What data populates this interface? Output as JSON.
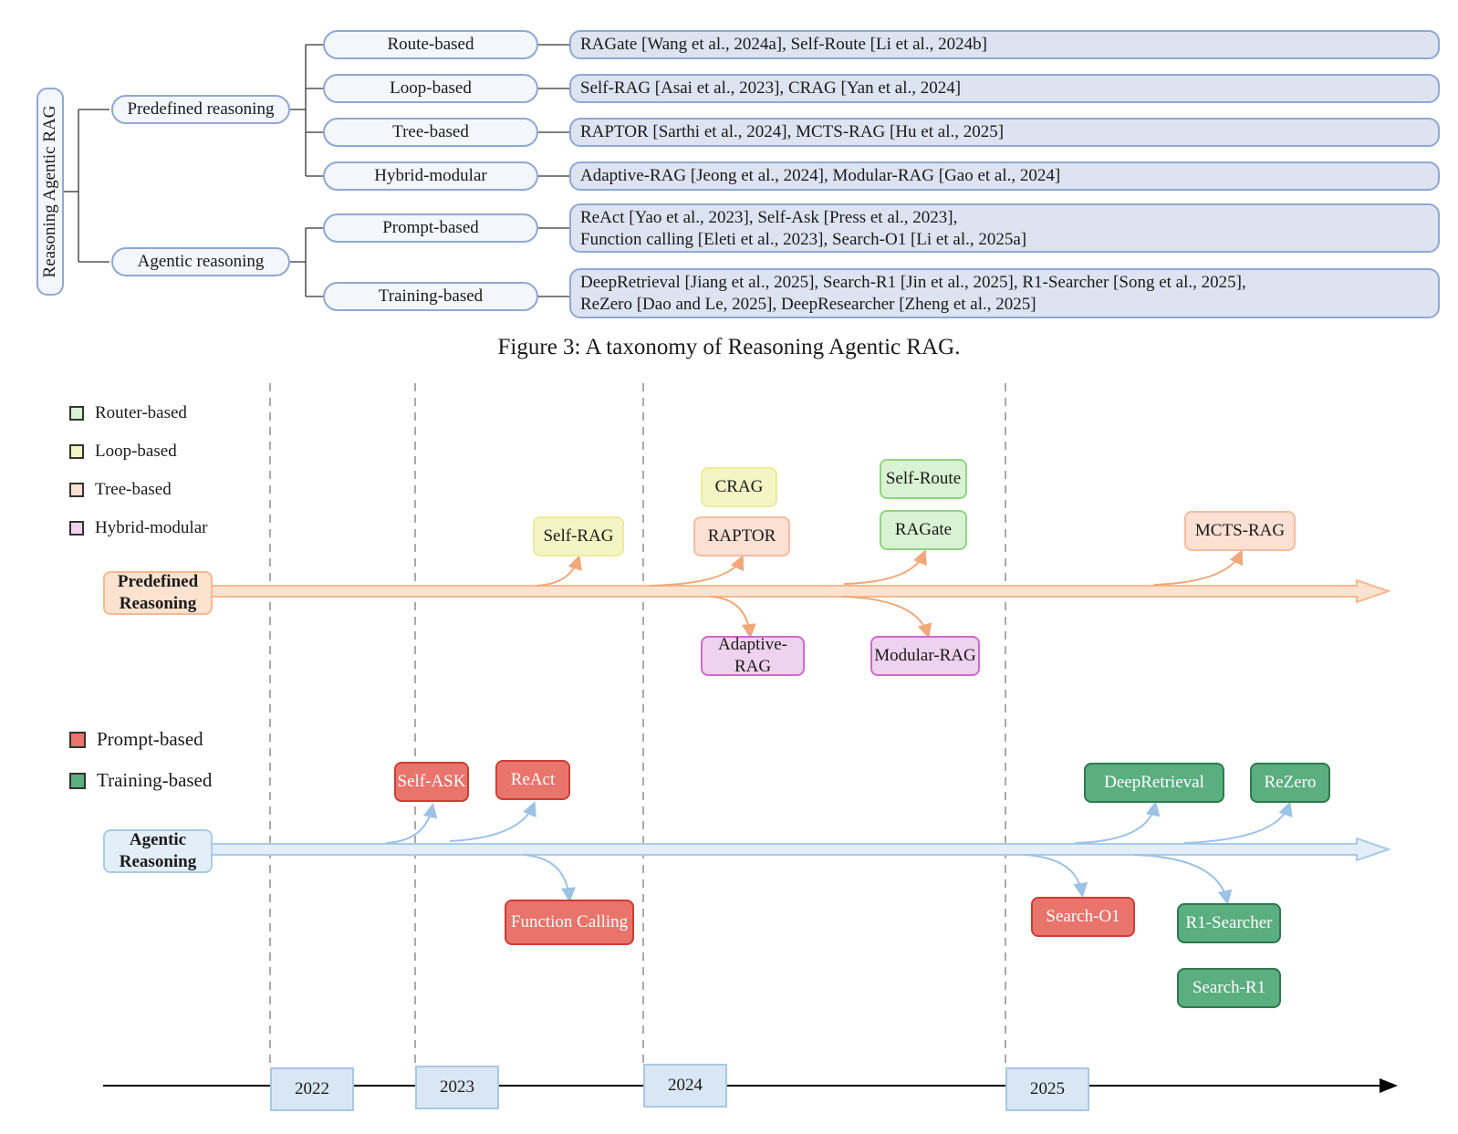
{
  "taxonomy": {
    "root": "Reasoning Agentic RAG",
    "branches": [
      {
        "label": "Predefined reasoning",
        "children": [
          {
            "label": "Route-based",
            "refs": [
              "RAGate [Wang et al., 2024a],  Self-Route [Li et al., 2024b]"
            ]
          },
          {
            "label": "Loop-based",
            "refs": [
              "Self-RAG [Asai et al., 2023], CRAG [Yan et al., 2024]"
            ]
          },
          {
            "label": "Tree-based",
            "refs": [
              "RAPTOR [Sarthi et al., 2024], MCTS-RAG [Hu et al., 2025]"
            ]
          },
          {
            "label": "Hybrid-modular",
            "refs": [
              "Adaptive-RAG [Jeong et al., 2024], Modular-RAG [Gao et al., 2024]"
            ]
          }
        ]
      },
      {
        "label": "Agentic reasoning",
        "children": [
          {
            "label": "Prompt-based",
            "refs": [
              "ReAct [Yao et al., 2023], Self-Ask [Press et al., 2023],",
              "Function calling [Eleti et al., 2023], Search-O1 [Li et al., 2025a]"
            ]
          },
          {
            "label": "Training-based",
            "refs": [
              "DeepRetrieval [Jiang et al., 2025], Search-R1 [Jin et al., 2025], R1-Searcher [Song et al., 2025],",
              "ReZero [Dao and Le, 2025], DeepResearcher [Zheng et al., 2025]"
            ]
          }
        ]
      }
    ]
  },
  "caption": "Figure 3: A taxonomy of Reasoning Agentic RAG.",
  "legend_predefined": [
    {
      "label": "Router-based",
      "color": "#d9f2d3"
    },
    {
      "label": "Loop-based",
      "color": "#f4f4c4"
    },
    {
      "label": "Tree-based",
      "color": "#fbe0d3"
    },
    {
      "label": "Hybrid-modular",
      "color": "#efd2ee"
    }
  ],
  "legend_agentic": [
    {
      "label": "Prompt-based",
      "color": "#e8746c"
    },
    {
      "label": "Training-based",
      "color": "#5aae7f"
    }
  ],
  "tracks": {
    "predefined": "Predefined Reasoning",
    "agentic": "Agentic Reasoning"
  },
  "nodes_predefined": {
    "self_rag": "Self-RAG",
    "crag": "CRAG",
    "raptor": "RAPTOR",
    "adaptive_rag": "Adaptive-RAG",
    "self_route": "Self-Route",
    "ragate": "RAGate",
    "modular_rag": "Modular-RAG",
    "mcts_rag": "MCTS-RAG"
  },
  "nodes_agentic": {
    "self_ask": "Self-ASK",
    "react": "ReAct",
    "function_calling": "Function Calling",
    "deepretrieval": "DeepRetrieval",
    "rezero": "ReZero",
    "search_o1": "Search-O1",
    "r1_searcher": "R1-Searcher",
    "search_r1": "Search-R1"
  },
  "years": [
    "2022",
    "2023",
    "2024",
    "2025"
  ],
  "colors": {
    "predefined_track": "#f5b98e",
    "agentic_track": "#a9cbe8",
    "branch_border": "#8fa8d4",
    "leaf_fill": "#dde3f0"
  }
}
